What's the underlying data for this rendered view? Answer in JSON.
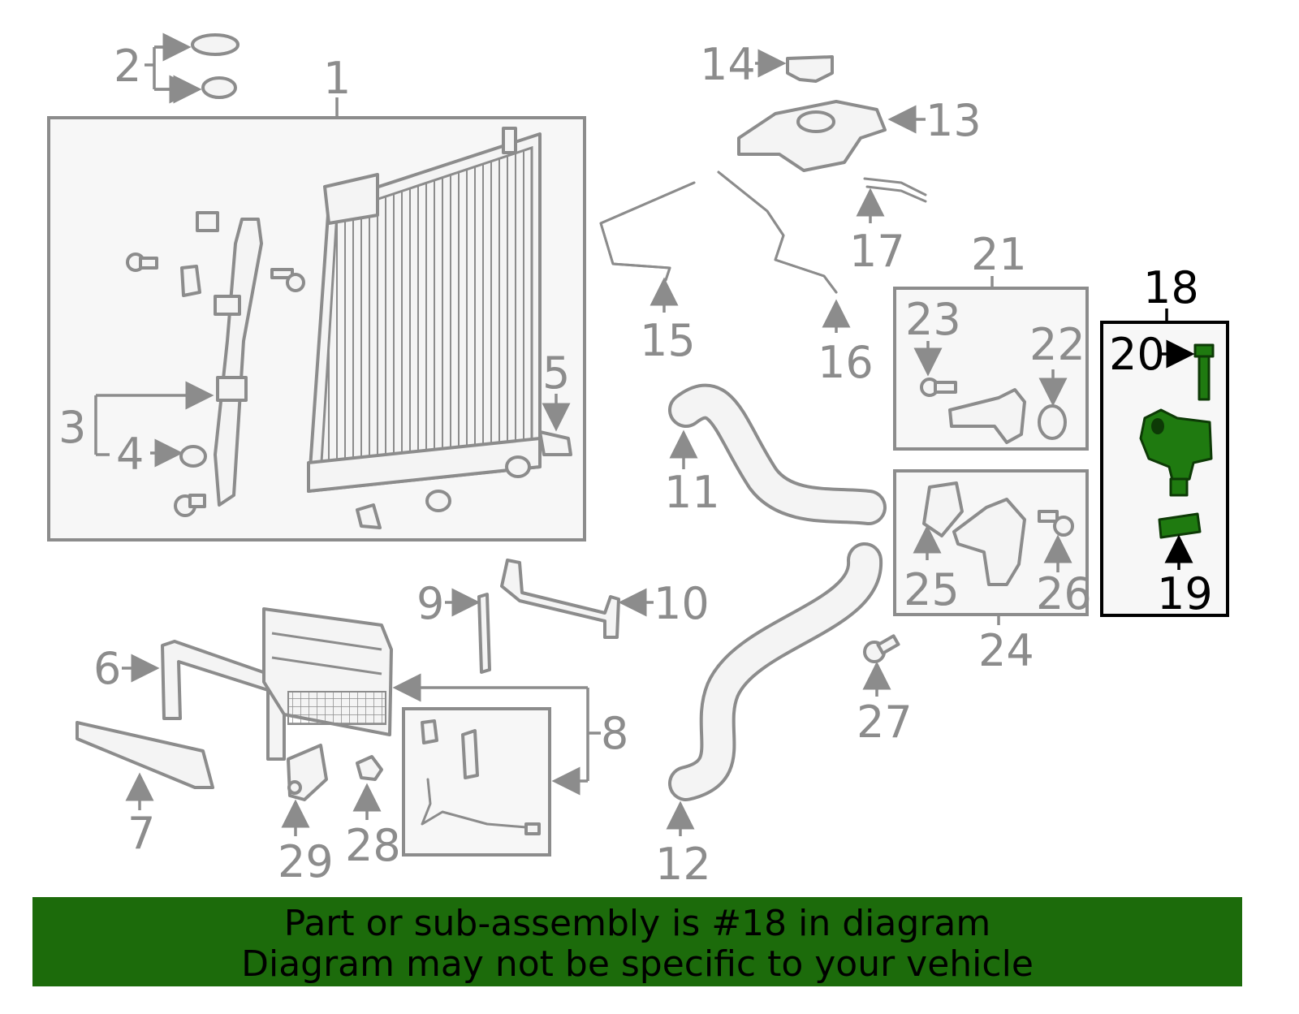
{
  "diagram": {
    "highlight_color": "#1f7a10",
    "line_color": "#8c8c8c",
    "callouts": [
      {
        "id": "1",
        "label": "1"
      },
      {
        "id": "2",
        "label": "2"
      },
      {
        "id": "3",
        "label": "3"
      },
      {
        "id": "4",
        "label": "4"
      },
      {
        "id": "5",
        "label": "5"
      },
      {
        "id": "6",
        "label": "6"
      },
      {
        "id": "7",
        "label": "7"
      },
      {
        "id": "8",
        "label": "8"
      },
      {
        "id": "9",
        "label": "9"
      },
      {
        "id": "10",
        "label": "10"
      },
      {
        "id": "11",
        "label": "11"
      },
      {
        "id": "12",
        "label": "12"
      },
      {
        "id": "13",
        "label": "13"
      },
      {
        "id": "14",
        "label": "14"
      },
      {
        "id": "15",
        "label": "15"
      },
      {
        "id": "16",
        "label": "16"
      },
      {
        "id": "17",
        "label": "17"
      },
      {
        "id": "18",
        "label": "18"
      },
      {
        "id": "19",
        "label": "19"
      },
      {
        "id": "20",
        "label": "20"
      },
      {
        "id": "21",
        "label": "21"
      },
      {
        "id": "22",
        "label": "22"
      },
      {
        "id": "23",
        "label": "23"
      },
      {
        "id": "24",
        "label": "24"
      },
      {
        "id": "25",
        "label": "25"
      },
      {
        "id": "26",
        "label": "26"
      },
      {
        "id": "27",
        "label": "27"
      },
      {
        "id": "28",
        "label": "28"
      },
      {
        "id": "29",
        "label": "29"
      }
    ],
    "highlighted_part": "18"
  },
  "banner": {
    "line1": "Part or sub-assembly is #18 in diagram",
    "line2": "Diagram may not be specific to your vehicle",
    "background": "#1c6b0b"
  }
}
